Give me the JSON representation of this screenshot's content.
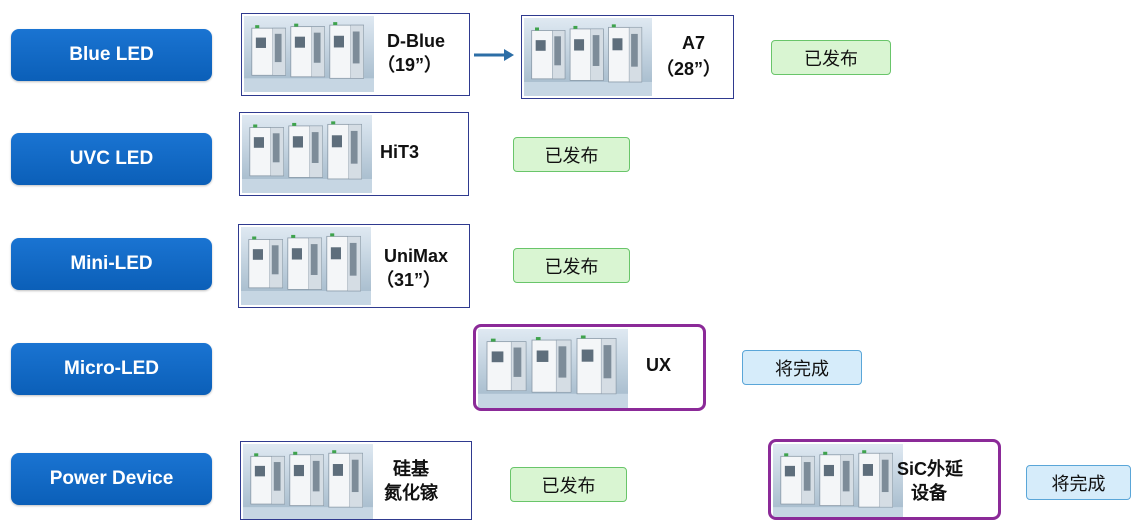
{
  "categories": [
    "Blue LED",
    "UVC LED",
    "Mini-LED",
    "Micro-LED",
    "Power Device"
  ],
  "equipment": {
    "dblue": {
      "line1": "D-Blue",
      "line2": "（19”）"
    },
    "a7": {
      "line1": "A7",
      "line2": "（28”）"
    },
    "hit3": {
      "line1": "HiT3"
    },
    "unimax": {
      "line1": "UniMax",
      "line2": "（31”）"
    },
    "ux": {
      "line1": "UX"
    },
    "gan": {
      "line1": "硅基",
      "line2": "氮化镓"
    },
    "sic": {
      "line1": "SiC外延",
      "line2": "设备"
    }
  },
  "status": {
    "released": "已发布",
    "nearly_done": "将完成"
  },
  "colors": {
    "category_fill": "#0b5fb8",
    "released_fill": "#d9f5d2",
    "released_border": "#69c56a",
    "nearly_done_fill": "#d6ecfa",
    "nearly_done_border": "#5aa6d8",
    "highlight_border": "#8b2a98",
    "arrow": "#2c6ea6"
  },
  "icons": [
    "equipment-image",
    "right-arrow-icon"
  ]
}
